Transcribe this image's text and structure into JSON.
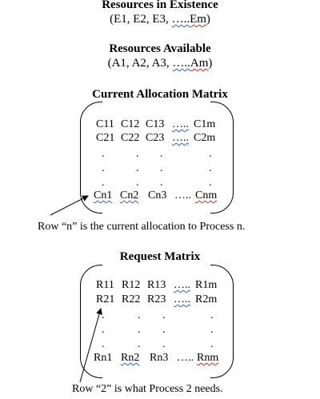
{
  "resources_existence": {
    "title": "Resources in Existence",
    "prefix": "(E1, E2, E3, ",
    "ellipsis": "…..",
    "last": "Em",
    "suffix": ")"
  },
  "resources_available": {
    "title": "Resources Available",
    "prefix": "(A1, A2, A3, ",
    "ellipsis": "…..",
    "last": "Am",
    "suffix": ")"
  },
  "allocation_matrix": {
    "title": "Current Allocation Matrix",
    "row1": [
      "C11",
      "C12",
      "C13",
      "…..",
      "C1m"
    ],
    "row2": [
      "C21",
      "C22",
      "C23",
      "…..",
      "C2m"
    ],
    "rown": [
      "Cn1",
      "Cn2",
      "Cn3",
      "…..",
      "Cnm"
    ],
    "dot": ".",
    "caption": "Row “n” is the current allocation to Process n."
  },
  "request_matrix": {
    "title": "Request Matrix",
    "row1": [
      "R11",
      "R12",
      "R13",
      "…..",
      "R1m"
    ],
    "row2": [
      "R21",
      "R22",
      "R23",
      "…..",
      "R2m"
    ],
    "rown": [
      "Rn1",
      "Rn2",
      "Rn3",
      "…..",
      "Rnm"
    ],
    "dot": ".",
    "caption": "Row “2” is what Process 2 needs."
  },
  "colors": {
    "spell_blue": "#2f5ed8",
    "spell_red": "#d12a2a"
  }
}
